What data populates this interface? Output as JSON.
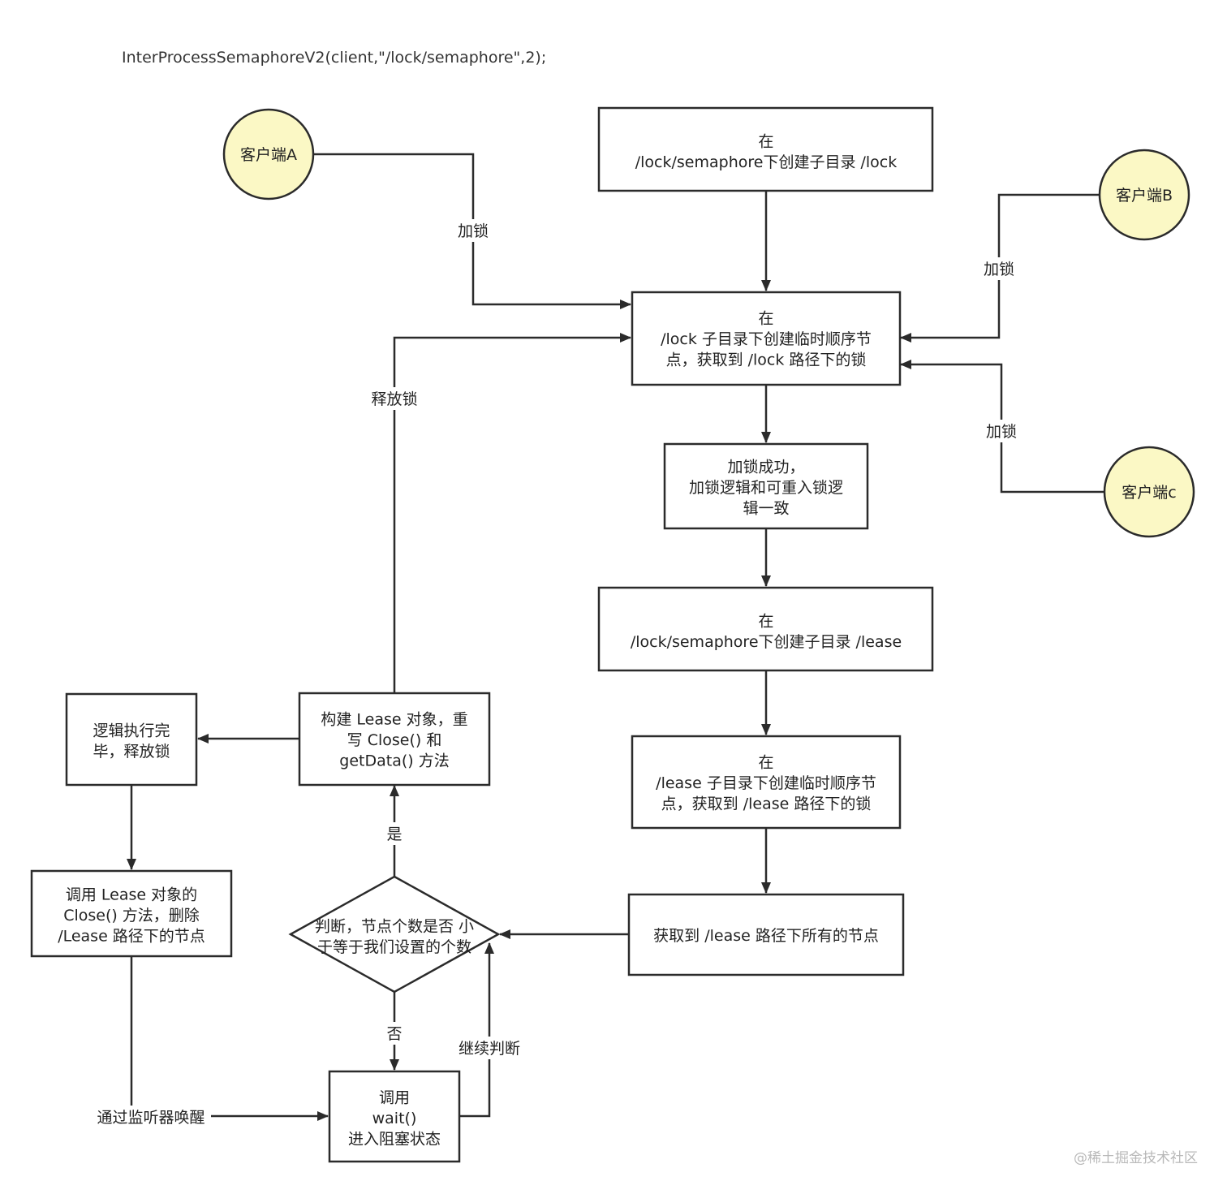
{
  "title": "InterProcessSemaphoreV2(client,\"/lock/semaphore\",2);",
  "watermark": "@稀土掘金技术社区",
  "colors": {
    "client_fill": "#fbf8c5",
    "stroke": "#2b2b2b",
    "background": "#ffffff"
  },
  "nodes": {
    "client_a": {
      "lines": [
        "客户端A"
      ]
    },
    "client_b": {
      "lines": [
        "客户端B"
      ]
    },
    "client_c": {
      "lines": [
        "客户端c"
      ]
    },
    "create_lock_dir": {
      "lines": [
        "在",
        "/lock/semaphore下创建子目录 /lock"
      ]
    },
    "create_lock_node": {
      "lines": [
        "在",
        "/lock 子目录下创建临时顺序节",
        "点，获取到 /lock 路径下的锁"
      ]
    },
    "lock_success": {
      "lines": [
        "加锁成功，",
        "加锁逻辑和可重入锁逻",
        "辑一致"
      ]
    },
    "create_lease_dir": {
      "lines": [
        "在",
        "/lock/semaphore下创建子目录 /lease"
      ]
    },
    "create_lease_node": {
      "lines": [
        "在",
        "/lease 子目录下创建临时顺序节",
        "点，获取到 /lease 路径下的锁"
      ]
    },
    "get_lease_nodes": {
      "lines": [
        "获取到 /lease 路径下所有的节点"
      ]
    },
    "decision": {
      "lines": [
        "判断，节点个数是否 小",
        "于等于我们设置的个数"
      ]
    },
    "build_lease": {
      "lines": [
        "构建 Lease 对象，重",
        "写 Close() 和",
        "getData() 方法"
      ]
    },
    "logic_done": {
      "lines": [
        "逻辑执行完",
        "毕，释放锁"
      ]
    },
    "call_close": {
      "lines": [
        "调用 Lease 对象的",
        "Close() 方法，删除",
        "/Lease 路径下的节点"
      ]
    },
    "call_wait": {
      "lines": [
        "调用",
        "wait()",
        "进入阻塞状态"
      ]
    }
  },
  "edge_labels": {
    "client_a_lock": "加锁",
    "client_b_lock": "加锁",
    "client_c_lock": "加锁",
    "release_lock": "释放锁",
    "yes": "是",
    "no": "否",
    "continue_check": "继续判断",
    "wake_by_listener": "通过监听器唤醒"
  }
}
